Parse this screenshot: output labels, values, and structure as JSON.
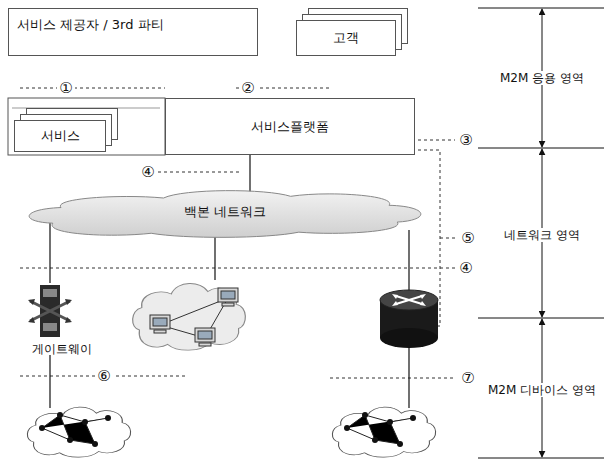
{
  "diagram": {
    "nodes": [
      {
        "text": [
          "서비스 제공자 / 3rd 파티"
        ]
      },
      {
        "text": [
          "고객"
        ]
      },
      {
        "text": [
          "서비스"
        ]
      },
      {
        "text": [
          "서비스플랫폼"
        ]
      },
      {
        "text": [
          "백본 네트워크"
        ]
      },
      {
        "text": [
          "게이트웨이"
        ]
      }
    ],
    "edges": [
      {
        "from": 3,
        "to": 4,
        "arrow": "none"
      },
      {
        "from": 4,
        "to": 5,
        "arrow": "none"
      }
    ],
    "labels": [
      "①",
      "②",
      "③",
      "④",
      "⑤",
      "④",
      "⑥",
      "⑦",
      "M2M 응용 영역",
      "네트워크 영역",
      "M2M 디바이스 영역"
    ]
  }
}
